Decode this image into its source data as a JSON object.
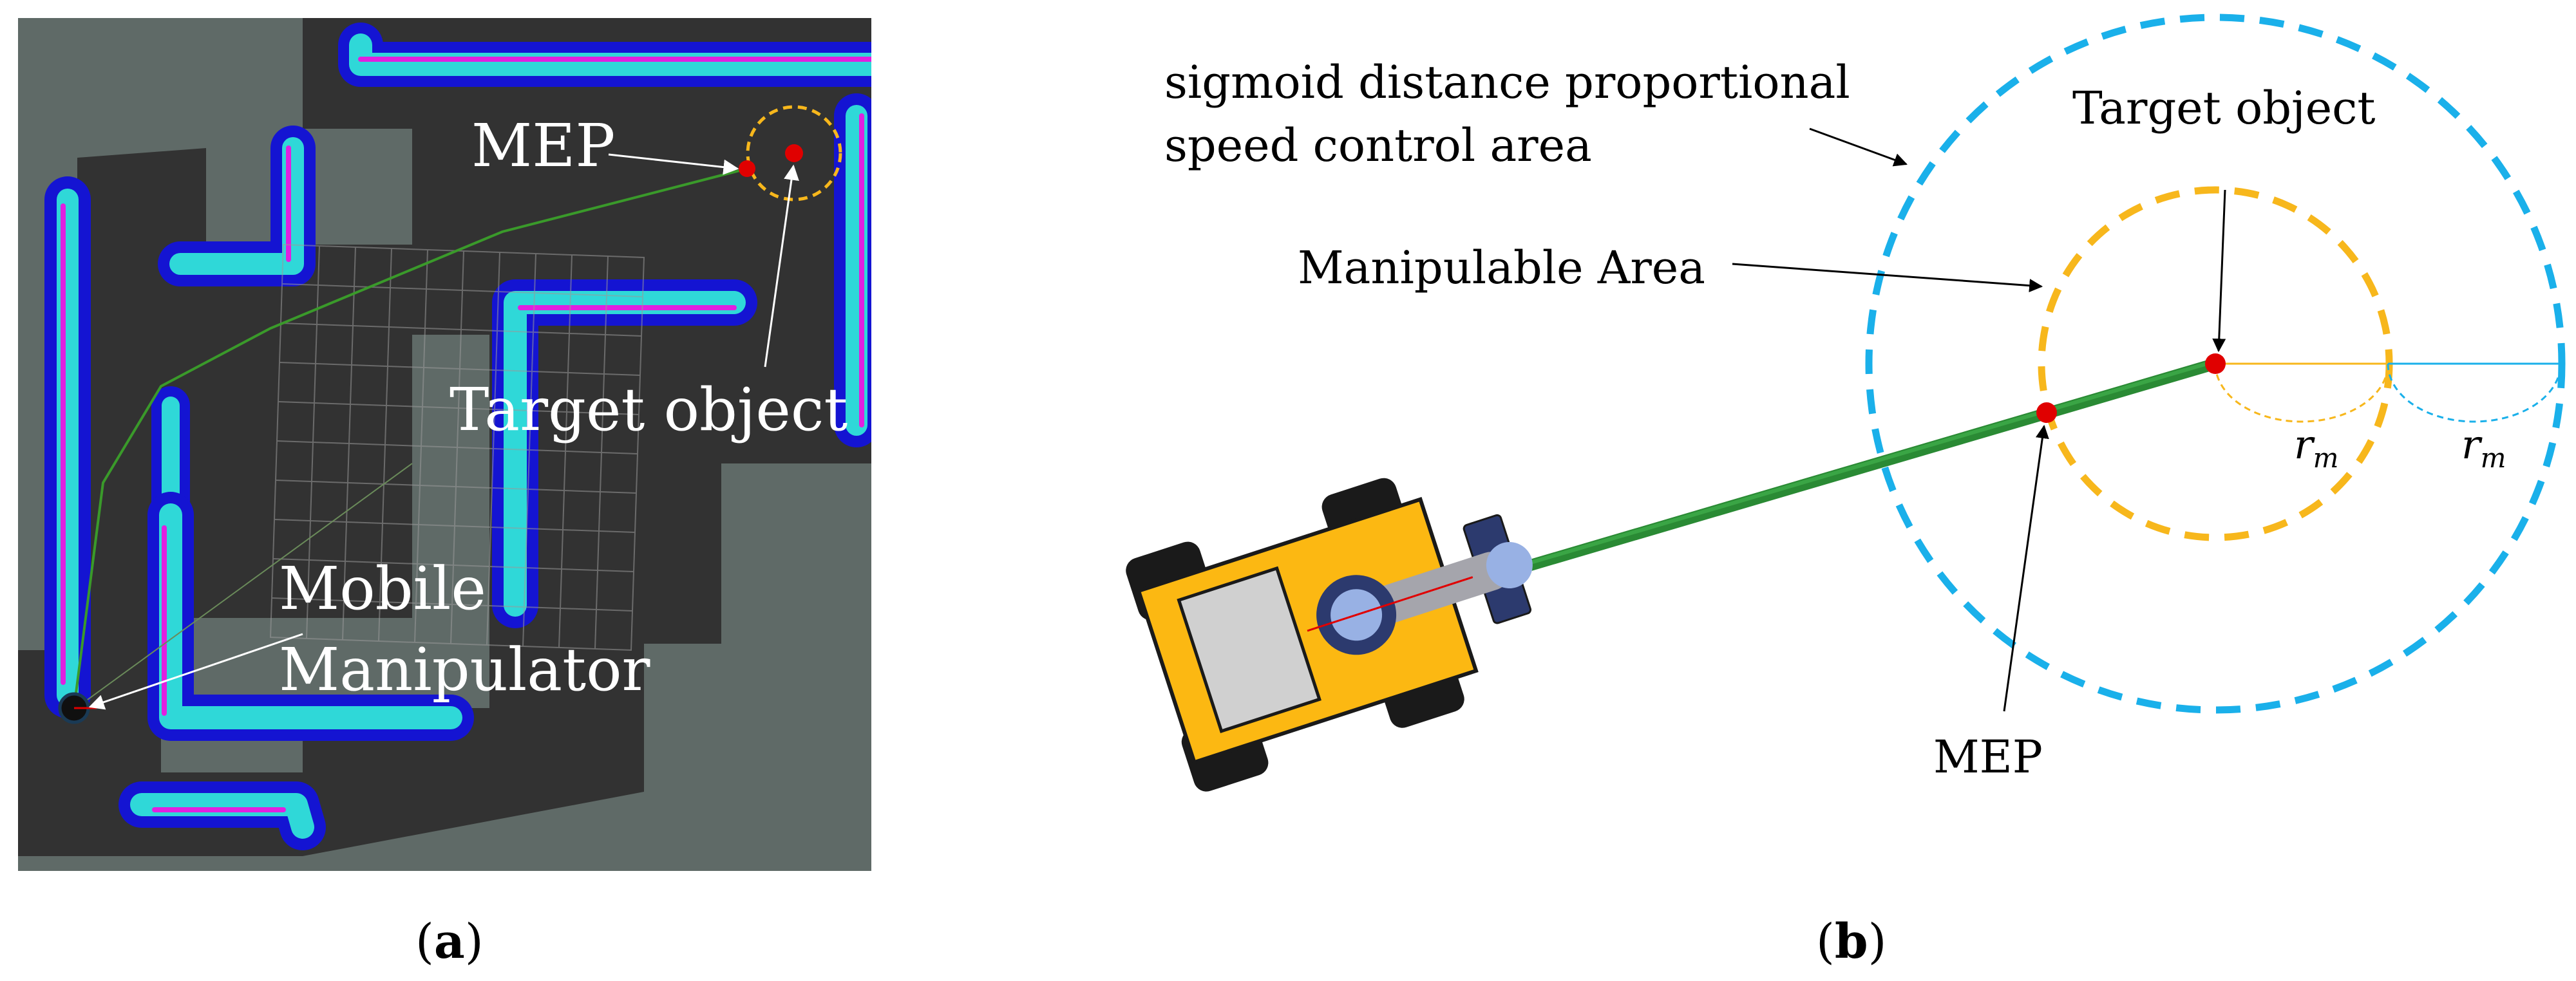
{
  "panel_a": {
    "caption_open": "(",
    "caption_letter": "a",
    "caption_close": ")",
    "label_mep": "MEP",
    "label_target": "Target object",
    "label_mobile_line1": "Mobile",
    "label_mobile_line2": "Manipulator"
  },
  "panel_b": {
    "caption_open": "(",
    "caption_letter": "b",
    "caption_close": ")",
    "label_sigmoid_line1": "sigmoid distance proportional",
    "label_sigmoid_line2": "speed control area",
    "label_target": "Target object",
    "label_manipulable": "Manipulable Area",
    "label_mep": "MEP",
    "label_radius_1": "r",
    "label_radius_1_sub": "m",
    "label_radius_2": "r",
    "label_radius_2_sub": "m"
  },
  "colors": {
    "map_bg": "#5f6a67",
    "free_space": "#323232",
    "inflation_blue": "#1414d2",
    "cyan": "#2fd8d8",
    "magenta": "#e020e0",
    "path_green": "#3a9a2a",
    "mep_red": "#e00000",
    "orange_dash": "#f7b71c",
    "blue_dash": "#1ab0ea",
    "robot_yellow": "#fcb812"
  }
}
